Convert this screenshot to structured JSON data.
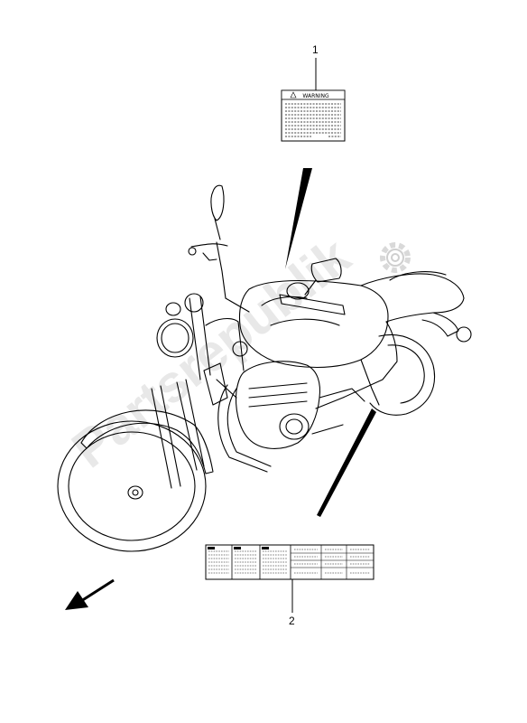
{
  "diagram": {
    "callouts": [
      {
        "number": "1"
      },
      {
        "number": "2"
      }
    ],
    "warning_label": {
      "header": "WARNING"
    },
    "watermark": {
      "text": "Partsrepublik"
    },
    "colors": {
      "line": "#000000",
      "watermark": "#e6e6e6",
      "background": "#ffffff"
    },
    "icons": [
      "gear-icon",
      "direction-arrow-icon",
      "motorcycle-drawing",
      "pointer-line-icon"
    ]
  }
}
